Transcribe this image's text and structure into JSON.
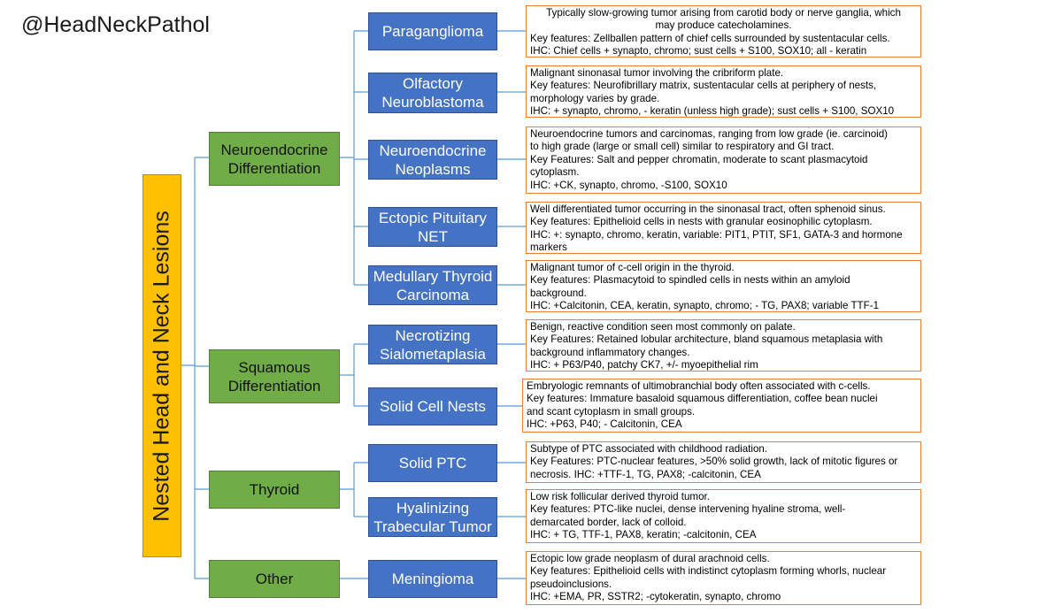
{
  "handle": "@HeadNeckPathol",
  "root": "Nested Head and Neck Lesions",
  "colors": {
    "root": "#ffc000",
    "category": "#70ad47",
    "entity": "#4472c4",
    "description_border": "#ed7d31",
    "connector": "#5b9bd5"
  },
  "categories": [
    {
      "label": "Neuroendocrine Differentiation"
    },
    {
      "label": "Squamous Differentiation"
    },
    {
      "label": "Thyroid"
    },
    {
      "label": "Other"
    }
  ],
  "entities": [
    {
      "label": "Paraganglioma",
      "lines": [
        "Typically slow-growing tumor arising from carotid body or nerve ganglia, which",
        "may produce catecholamines.",
        "Key features: Zellballen pattern of chief cells surrounded by sustentacular cells.",
        "IHC: Chief cells + synapto, chromo; sust cells + S100, SOX10; all - keratin"
      ]
    },
    {
      "label": "Olfactory Neuroblastoma",
      "lines": [
        "Malignant sinonasal tumor involving the cribriform plate.",
        "Key features: Neurofibrillary matrix, sustentacular cells at periphery of nests,",
        "morphology varies by grade.",
        "IHC: + synapto, chromo, - keratin (unless high grade); sust cells + S100, SOX10"
      ]
    },
    {
      "label": "Neuroendocrine Neoplasms",
      "lines": [
        "Neuroendocrine tumors and carcinomas, ranging from low grade (ie. carcinoid)",
        "to high grade (large or small cell) similar to respiratory and GI tract.",
        "Key Features: Salt and pepper chromatin, moderate to scant plasmacytoid",
        "cytoplasm.",
        "IHC: +CK, synapto, chromo, -S100, SOX10"
      ]
    },
    {
      "label": "Ectopic Pituitary NET",
      "lines": [
        "Well differentiated tumor occurring in the sinonasal tract, often sphenoid sinus.",
        "Key features: Epithelioid cells in nests with granular eosinophilic cytoplasm.",
        "IHC: +: synapto, chromo, keratin, variable: PIT1, PTIT, SF1, GATA-3 and hormone",
        "markers"
      ]
    },
    {
      "label": "Medullary Thyroid Carcinoma",
      "lines": [
        "Malignant tumor of c-cell origin in the thyroid.",
        "Key features: Plasmacytoid to spindled cells in nests within an amyloid",
        "background.",
        "IHC: +Calcitonin, CEA, keratin, synapto, chromo; - TG, PAX8; variable TTF-1"
      ]
    },
    {
      "label": "Necrotizing Sialometaplasia",
      "lines": [
        "Benign, reactive condition seen most commonly on palate.",
        "Key Features: Retained lobular architecture, bland squamous metaplasia with",
        "background inflammatory changes.",
        "IHC: + P63/P40, patchy CK7, +/- myoepithelial rim"
      ]
    },
    {
      "label": "Solid Cell Nests",
      "lines": [
        "Embryologic remnants of ultimobranchial body often associated with c-cells.",
        "Key features: Immature basaloid squamous differentiation, coffee bean nuclei",
        "and scant cytoplasm in small groups.",
        "IHC: +P63, P40; - Calcitonin, CEA"
      ]
    },
    {
      "label": "Solid PTC",
      "lines": [
        "Subtype of PTC associated with childhood radiation.",
        "Key Features: PTC-nuclear features, >50% solid growth, lack of mitotic figures or",
        "necrosis. IHC: +TTF-1, TG, PAX8; -calcitonin, CEA"
      ]
    },
    {
      "label": "Hyalinizing Trabecular Tumor",
      "lines": [
        "Low risk follicular derived thyroid tumor.",
        "Key features: PTC-like nuclei, dense intervening hyaline stroma, well-",
        "demarcated border, lack of colloid.",
        "IHC: + TG, TTF-1, PAX8, keratin; -calcitonin, CEA"
      ]
    },
    {
      "label": "Meningioma",
      "lines": [
        "Ectopic low grade neoplasm of dural arachnoid cells.",
        "Key features: Epithelioid cells with indistinct cytoplasm forming whorls, nuclear",
        "pseudoinclusions.",
        "IHC: +EMA, PR, SSTR2; -cytokeratin, synapto, chromo"
      ]
    }
  ]
}
